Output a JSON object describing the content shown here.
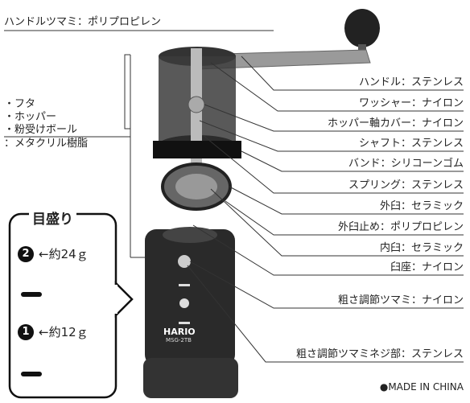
{
  "top_label": "ハンドルツマミ：ポリプロピレン",
  "left_labels": [
    "・フタ",
    "・ホッパー",
    "・粉受けボール",
    "：メタクリル樹脂"
  ],
  "right_labels": [
    "ハンドル：ステンレス",
    "ワッシャー：ナイロン",
    "ホッパー軸カバー：ナイロン",
    "シャフト：ステンレス",
    "バンド：シリコーンゴム",
    "スプリング：ステンレス",
    "外臼：セラミック",
    "外臼止め：ポリプロピレン",
    "内臼：セラミック",
    "臼座：ナイロン",
    "粗さ調節ツマミ：ナイロン",
    "粗さ調節ツマミネジ部：ステンレス"
  ],
  "gauge": {
    "title": "目盛り",
    "rows": [
      {
        "badge": "2",
        "text": "←約24ｇ"
      },
      {
        "badge": "1",
        "text": "←約12ｇ"
      }
    ]
  },
  "brand": "HARIO",
  "model": "MSG-2TB",
  "made_in": "●MADE IN CHINA",
  "colors": {
    "body": "#2a2a2a",
    "line": "#333333"
  }
}
